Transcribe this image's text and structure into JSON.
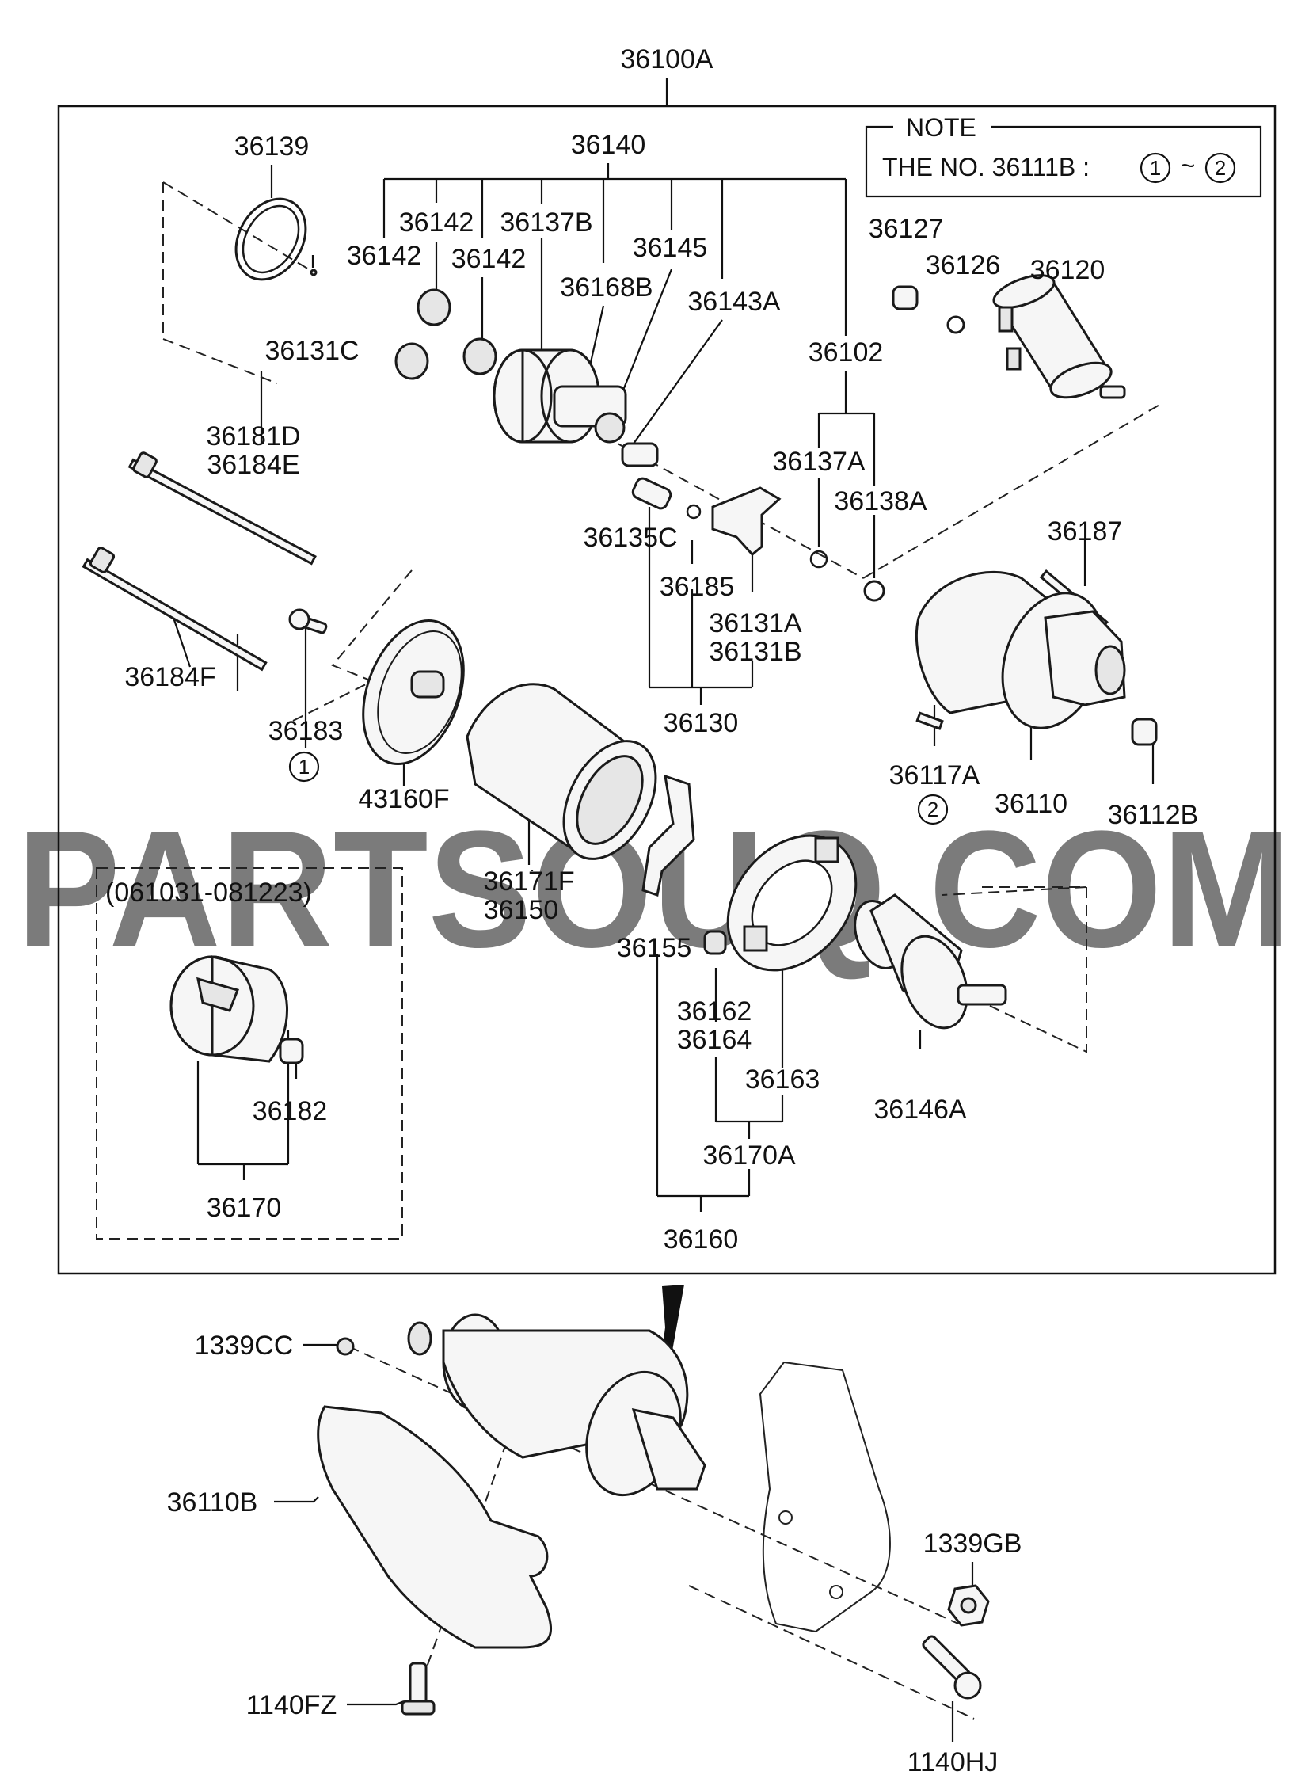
{
  "assembly_label": "36100A",
  "note": {
    "title": "NOTE",
    "text": "THE NO. 36111B :",
    "range_start": "1",
    "range_sep": "~",
    "range_end": "2"
  },
  "sub_assembly_dates": "(061031-081223)",
  "callouts": {
    "c36139": "36139",
    "c36131C": "36131C",
    "c36140": "36140",
    "c36142a": "36142",
    "c36142b": "36142",
    "c36142c": "36142",
    "c36137B": "36137B",
    "c36145": "36145",
    "c36168B": "36168B",
    "c36143A": "36143A",
    "c36102": "36102",
    "c36127": "36127",
    "c36126": "36126",
    "c36120": "36120",
    "c36181D": "36181D",
    "c36184E": "36184E",
    "c36137A": "36137A",
    "c36138A": "36138A",
    "c36135C": "36135C",
    "c36185": "36185",
    "c36131A": "36131A",
    "c36131B": "36131B",
    "c36187": "36187",
    "c36184F": "36184F",
    "c36183": "36183",
    "c36130": "36130",
    "c43160F": "43160F",
    "c36117A": "36117A",
    "c36110": "36110",
    "c36112B": "36112B",
    "c36171F": "36171F",
    "c36150": "36150",
    "c36155": "36155",
    "c36162": "36162",
    "c36164": "36164",
    "c36163": "36163",
    "c36146A": "36146A",
    "c36182": "36182",
    "c36170A": "36170A",
    "c36170": "36170",
    "c36160": "36160",
    "c1339CC": "1339CC",
    "c36110B": "36110B",
    "c1339GB": "1339GB",
    "c1140FZ": "1140FZ",
    "c1140HJ": "1140HJ"
  },
  "reference_markers": {
    "m36183": "1",
    "m36117A": "2"
  },
  "watermark": "PARTSOUQ.COM"
}
